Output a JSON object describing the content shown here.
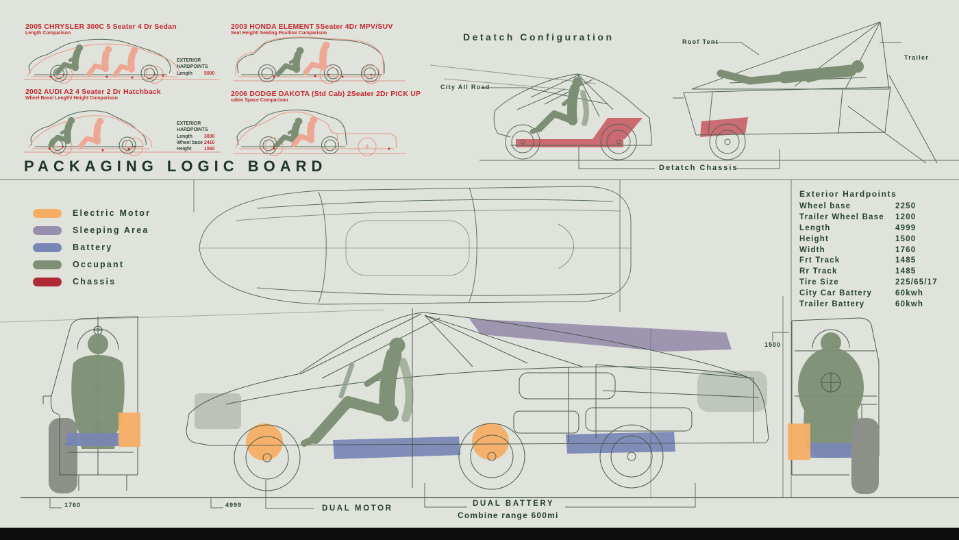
{
  "board": {
    "title": "PACKAGING LOGIC BOARD"
  },
  "comparisons": [
    {
      "title": "2005 CHRYSLER 300C 5 Seater 4 Dr Sedan",
      "subtitle": "Length Comparison",
      "hardpoints_label": "EXTERIOR HARDPOINTS",
      "specs": [
        {
          "label": "Length",
          "value": "5000"
        }
      ]
    },
    {
      "title": "2002 AUDI A2 4 Seater 2 Dr Hatchback",
      "subtitle": "Wheel Base/ Length/ Height Comparison",
      "hardpoints_label": "EXTERIOR HARDPOINTS",
      "specs": [
        {
          "label": "Length",
          "value": "3830"
        },
        {
          "label": "Wheel base",
          "value": "2410"
        },
        {
          "label": "Height",
          "value": "1550"
        }
      ]
    },
    {
      "title": "2003 HONDA ELEMENT 5Seater 4Dr MPV/SUV",
      "subtitle": "Seat Height/ Seating Position Comparison",
      "specs": []
    },
    {
      "title": "2006 DODGE DAKOTA (Std Cab) 2Seater 2Dr PICK UP",
      "subtitle": "cabin Space Comparison",
      "specs": []
    }
  ],
  "detach": {
    "title": "Detatch Configuration",
    "city_label": "City All Road",
    "roof_tent_label": "Roof Tent",
    "trailer_label": "Trailer",
    "chassis_label": "Detatch Chassis"
  },
  "legend": {
    "items": [
      {
        "label": "Electric Motor",
        "color": "#F6AE64"
      },
      {
        "label": "Sleeping Area",
        "color": "#988FAC"
      },
      {
        "label": "Battery",
        "color": "#7885B5"
      },
      {
        "label": "Occupant",
        "color": "#7C8F74"
      },
      {
        "label": "Chassis",
        "color": "#B02A35"
      }
    ]
  },
  "hardpoints": {
    "title": "Exterior Hardpoints",
    "rows": [
      {
        "label": "Wheel base",
        "value": "2250"
      },
      {
        "label": "Trailer Wheel Base",
        "value": "1200"
      },
      {
        "label": "Length",
        "value": "4999"
      },
      {
        "label": "Height",
        "value": "1500"
      },
      {
        "label": "Width",
        "value": "1760"
      },
      {
        "label": "Frt Track",
        "value": "1485"
      },
      {
        "label": "Rr Track",
        "value": "1485"
      },
      {
        "label": "Tire Size",
        "value": "225/65/17"
      },
      {
        "label": "City Car Battery",
        "value": "60kwh"
      },
      {
        "label": "Trailer Battery",
        "value": "60kwh"
      }
    ]
  },
  "dimensions": {
    "front_width": "1760",
    "overall_length": "4999",
    "rear_height": "1500"
  },
  "callouts": {
    "dual_motor": "DUAL MOTOR",
    "dual_battery": "DUAL BATTERY",
    "battery_note": "Combine range 600mi"
  },
  "colors": {
    "background": "#E0E3DC",
    "ink": "#22402E",
    "accent_red": "#C3292E",
    "electric_motor": "#F6AE64",
    "sleeping_area": "#988FAC",
    "battery": "#7885B5",
    "occupant": "#7C8F74",
    "chassis": "#B02A35"
  }
}
